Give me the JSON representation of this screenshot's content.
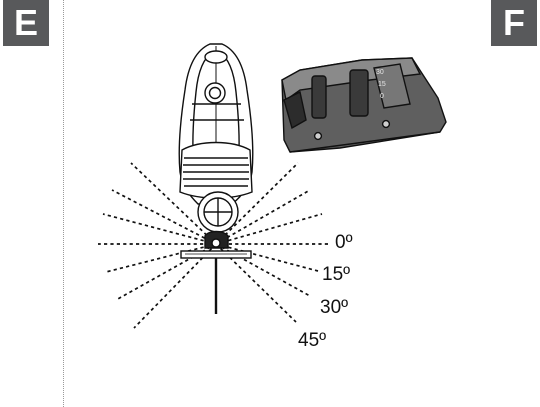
{
  "panels": [
    {
      "id": "E",
      "label": "E"
    },
    {
      "id": "F",
      "label": "F"
    }
  ],
  "angles": [
    {
      "label": "0º"
    },
    {
      "label": "15º"
    },
    {
      "label": "30º"
    },
    {
      "label": "45º"
    }
  ],
  "bevel_scale_marks": [
    "30",
    "15",
    "0"
  ],
  "colors": {
    "badge": "#58595b",
    "ink": "#111111",
    "shoe_shade": "#5f5f5f",
    "dotted_divider": "#9a9a9a"
  }
}
